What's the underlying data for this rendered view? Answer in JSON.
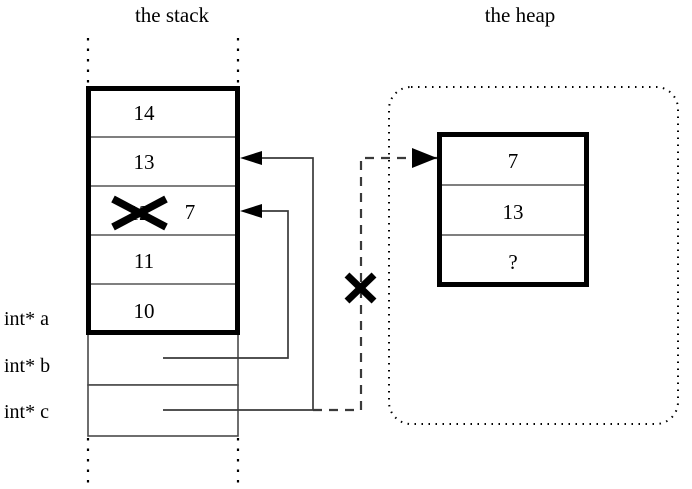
{
  "diagram": {
    "stack": {
      "title": "the stack",
      "cells": [
        {
          "value": "14",
          "struck": false
        },
        {
          "value": "13",
          "struck": false
        },
        {
          "value": "12",
          "struck": true,
          "new_value": "7"
        },
        {
          "value": "11",
          "struck": false
        },
        {
          "value": "10",
          "struck": false
        }
      ],
      "variables": [
        {
          "label": "int* a"
        },
        {
          "label": "int* b"
        },
        {
          "label": "int* c"
        }
      ]
    },
    "heap": {
      "title": "the heap",
      "cells": [
        {
          "value": "7"
        },
        {
          "value": "13"
        },
        {
          "value": "?"
        }
      ]
    },
    "marks": {
      "cancelled_pointer": "X",
      "struck_value": "X"
    },
    "colors": {
      "ink": "#000000",
      "thin_line": "#4a4a4a",
      "background": "#ffffff"
    }
  }
}
